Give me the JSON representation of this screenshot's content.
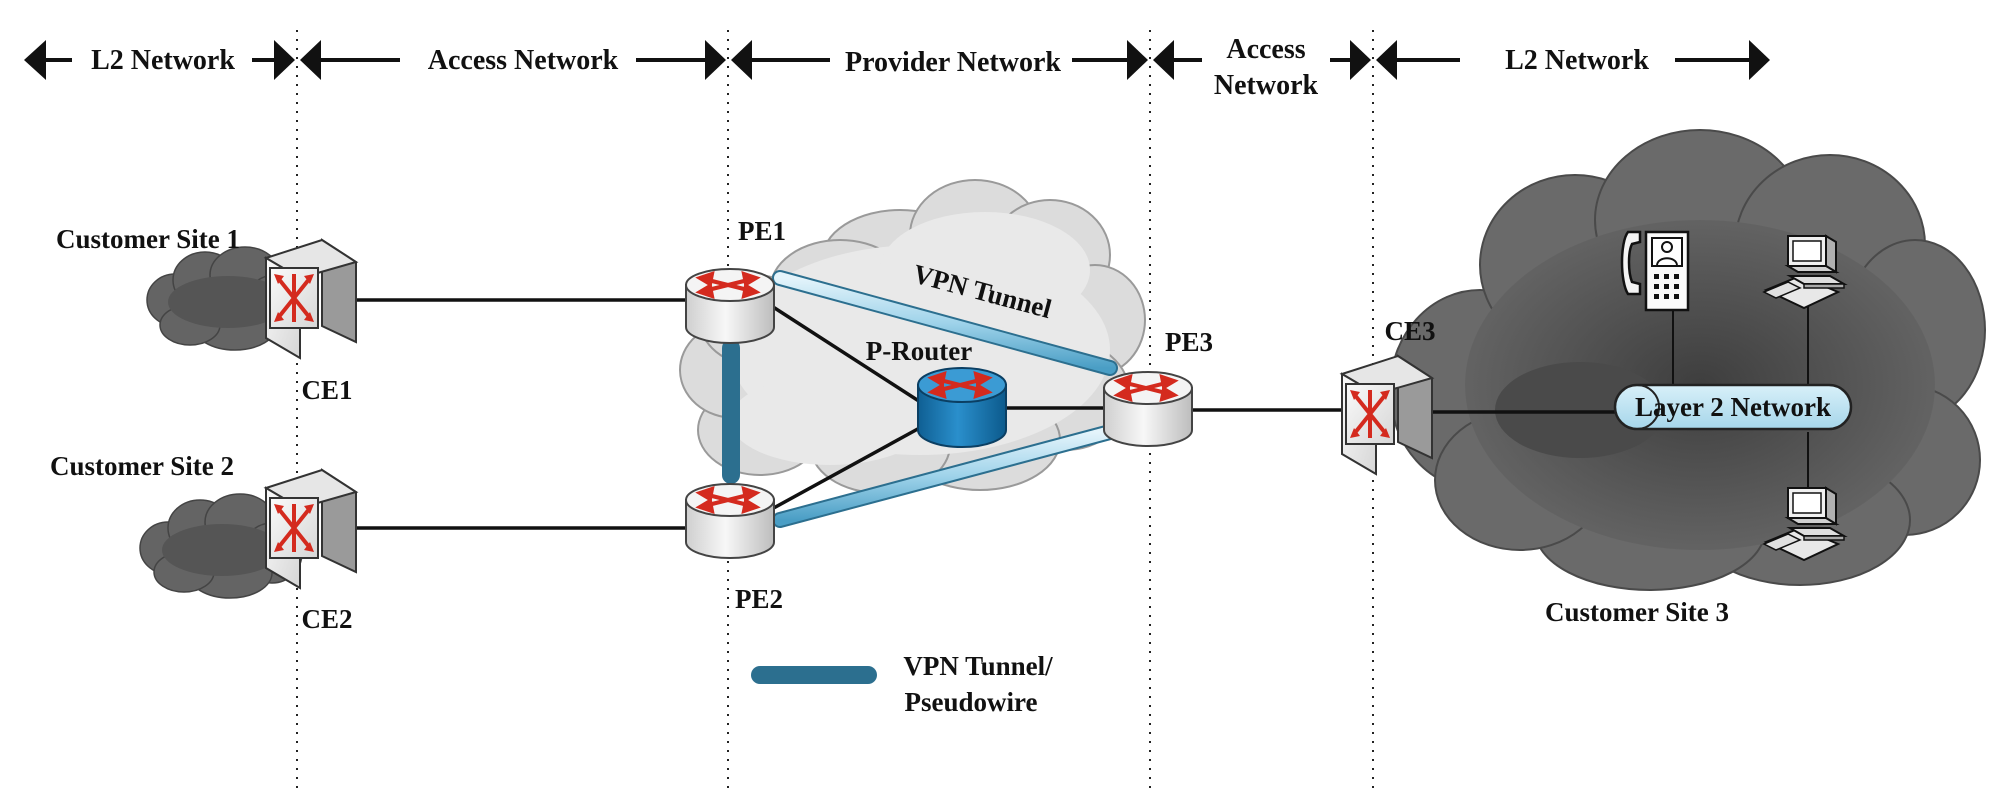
{
  "header": {
    "segments": [
      {
        "label_lines": [
          "L2 Network"
        ]
      },
      {
        "label_lines": [
          "Access Network"
        ]
      },
      {
        "label_lines": [
          "Provider Network"
        ]
      },
      {
        "label_lines": [
          "Access",
          "Network"
        ]
      },
      {
        "label_lines": [
          "L2 Network"
        ]
      }
    ]
  },
  "sites": {
    "site1": "Customer Site 1",
    "site2": "Customer Site 2",
    "site3": "Customer Site 3"
  },
  "devices": {
    "ce1": "CE1",
    "ce2": "CE2",
    "ce3": "CE3",
    "pe1": "PE1",
    "pe2": "PE2",
    "pe3": "PE3",
    "p_router": "P-Router"
  },
  "labels": {
    "vpn_tunnel": "VPN Tunnel",
    "layer2_network": "Layer 2 Network"
  },
  "legend": {
    "line1": "VPN Tunnel/",
    "line2": "Pseudowire"
  },
  "colors": {
    "tunnel_light": "#cdebf6",
    "tunnel_dark": "#4fa6c9",
    "p_router": "#1a78b4",
    "arrow_red": "#d42a1e",
    "provider_cloud": "#dadada",
    "customer_cloud": "#5e5e5e",
    "layer2_pill": "#bfe3f1"
  }
}
